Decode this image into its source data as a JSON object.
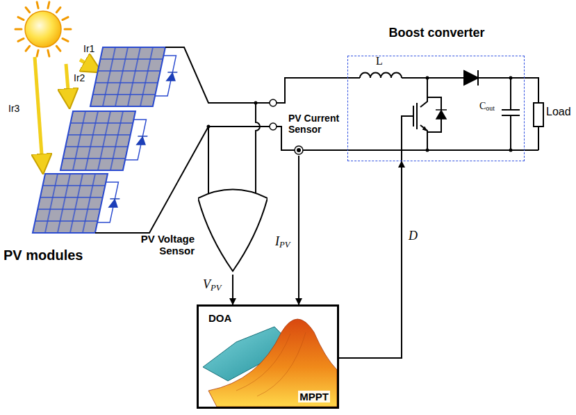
{
  "diagram": {
    "nodes": [
      {
        "text": [
          "Boost converter"
        ]
      },
      {
        "text": [
          "PV Current Sensor"
        ]
      },
      {
        "text": [
          "PV Voltage Sensor"
        ]
      },
      {
        "text": [
          "DOA",
          "MPPT"
        ]
      }
    ],
    "edges": [
      {
        "from": 2,
        "to": 3,
        "label": "VPV",
        "arrow": "to"
      },
      {
        "from": 1,
        "to": 3,
        "label": "IPV",
        "arrow": "to"
      },
      {
        "from": 3,
        "to": 0,
        "label": "D",
        "arrow": "to"
      }
    ],
    "labels": [
      "Ir1",
      "Ir2",
      "Ir3",
      "PV modules",
      "L",
      "Cout",
      "Load"
    ]
  }
}
